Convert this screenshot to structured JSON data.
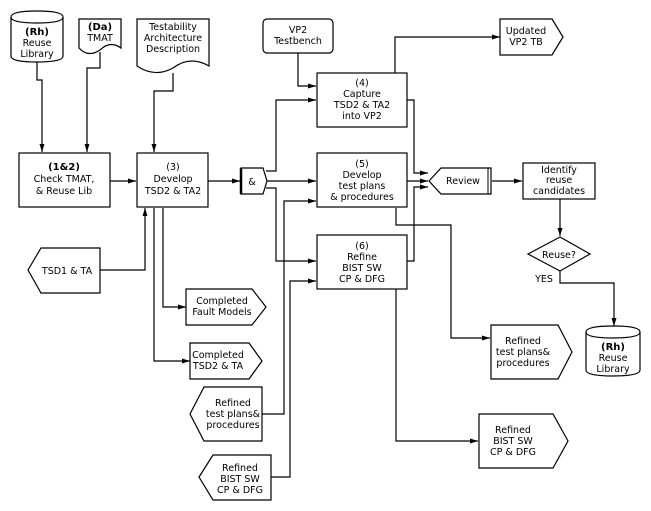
{
  "diagram": {
    "nodes": {
      "reuse_lib_top": {
        "type": "datastore",
        "lines": [
          "(Rh)",
          "Reuse",
          "Library"
        ],
        "bold_first": true
      },
      "tmat": {
        "type": "document",
        "lines": [
          "(Da)",
          "TMAT"
        ],
        "bold_first": true
      },
      "testability_desc": {
        "type": "document",
        "lines": [
          "Testability",
          "Architecture",
          "Description"
        ]
      },
      "vp2_testbench": {
        "type": "terminal",
        "lines": [
          "VP2",
          "Testbench"
        ]
      },
      "updated_vp2_tb": {
        "type": "output",
        "lines": [
          "Updated",
          "VP2 TB"
        ]
      },
      "check_tmat": {
        "type": "process",
        "lines": [
          "(1&2)",
          "Check TMAT,",
          "& Reuse Lib"
        ],
        "bold_first": true
      },
      "develop_tsd2": {
        "type": "process",
        "lines": [
          "(3)",
          "Develop",
          "TSD2 & TA2"
        ]
      },
      "and_gate": {
        "type": "junction",
        "lines": [
          "&"
        ]
      },
      "capture_tsd2": {
        "type": "process",
        "lines": [
          "(4)",
          "Capture",
          "TSD2 & TA2",
          "into VP2"
        ]
      },
      "develop_test_plans": {
        "type": "process",
        "lines": [
          "(5)",
          "Develop",
          "test plans",
          "& procedures"
        ]
      },
      "refine_bist": {
        "type": "process",
        "lines": [
          "(6)",
          "Refine",
          "BIST SW",
          "CP & DFG"
        ]
      },
      "review": {
        "type": "junction",
        "lines": [
          "Review"
        ]
      },
      "identify_reuse": {
        "type": "process",
        "lines": [
          "Identify",
          "reuse",
          "candidates"
        ]
      },
      "reuse_decision": {
        "type": "decision",
        "lines": [
          "Reuse?"
        ]
      },
      "yes_label": {
        "type": "label",
        "lines": [
          "YES"
        ]
      },
      "reuse_lib_bottom": {
        "type": "datastore",
        "lines": [
          "(Rh)",
          "Reuse",
          "Library"
        ],
        "bold_first": true
      },
      "tsd1_ta": {
        "type": "input",
        "lines": [
          "TSD1 & TA"
        ]
      },
      "completed_fault_models": {
        "type": "output",
        "lines": [
          "Completed",
          "Fault Models"
        ]
      },
      "completed_tsd2_ta": {
        "type": "output",
        "lines": [
          "Completed",
          "TSD2 & TA"
        ]
      },
      "refined_test_plans_in": {
        "type": "input",
        "lines": [
          "Refined",
          "test plans&",
          "procedures"
        ]
      },
      "refined_bist_in": {
        "type": "input",
        "lines": [
          "Refined",
          "BIST SW",
          "CP & DFG"
        ]
      },
      "refined_test_plans_out": {
        "type": "output",
        "lines": [
          "Refined",
          "test plans&",
          "procedures"
        ]
      },
      "refined_bist_out": {
        "type": "output",
        "lines": [
          "Refined",
          "BIST SW",
          "CP & DFG"
        ]
      }
    }
  }
}
